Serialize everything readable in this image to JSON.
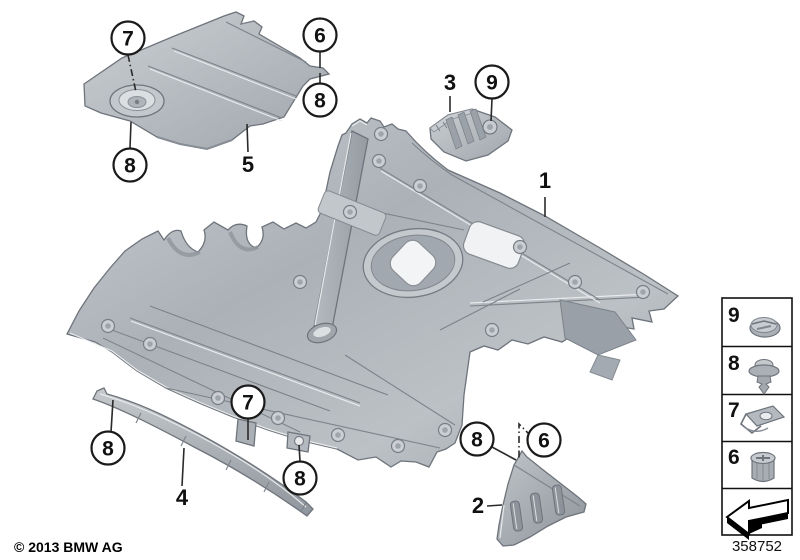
{
  "diagram": {
    "description": "BMW underbody protection / engine compartment shielding parts diagram",
    "part_labels": {
      "main_panel": "1",
      "side_bracket": "2",
      "small_plate": "3",
      "front_strip": "4",
      "front_shield": "5"
    },
    "callouts": {
      "shield_screw_top": "7",
      "shield_nut_right": "6",
      "shield_rivet_right": "8",
      "shield_rivet_left": "8",
      "plate_cap": "9",
      "panel_screw_bottom": "7",
      "strip_rivet": "8",
      "panel_rivet_bottom": "8",
      "bracket_rivet": "8",
      "bracket_nut": "6"
    },
    "legend": {
      "items": [
        {
          "num": "9",
          "icon": "slide-cap-icon"
        },
        {
          "num": "8",
          "icon": "expanding-rivet-icon"
        },
        {
          "num": "7",
          "icon": "clip-nut-icon"
        },
        {
          "num": "6",
          "icon": "expansion-nut-icon"
        }
      ],
      "footer_icon": "direction-arrow-icon"
    },
    "footer": {
      "copyright": "© 2013 BMW AG",
      "drawing_number": "358752"
    },
    "colors": {
      "part_light": "#c9cdd1",
      "part_mid": "#a8aeb4",
      "part_dark": "#80868d",
      "outline": "#6e747b",
      "page_bg": "#ffffff"
    }
  }
}
